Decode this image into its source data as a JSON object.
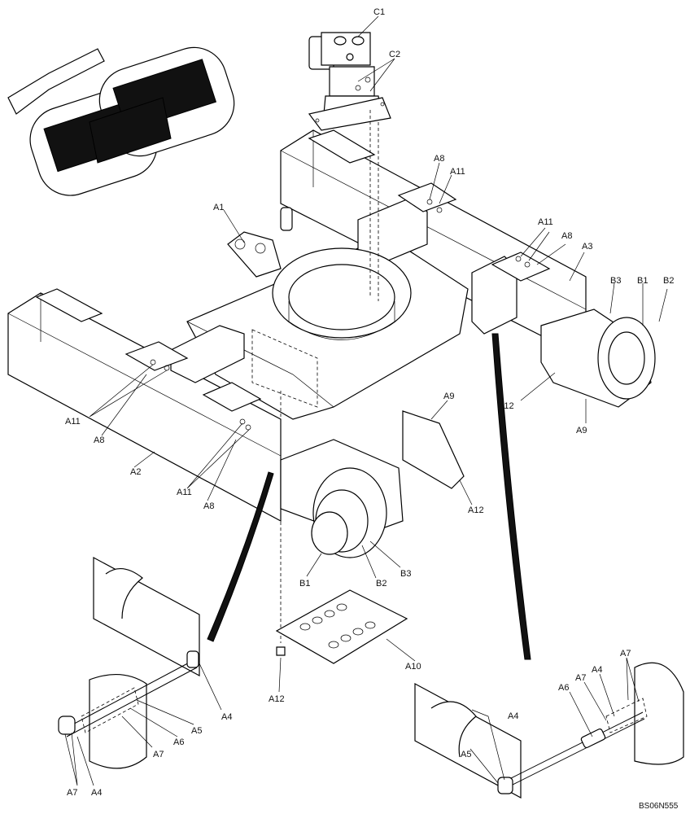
{
  "reference_code": "BS06N555",
  "labels": {
    "c1": "C1",
    "c2": "C2",
    "a1": "A1",
    "a2": "A2",
    "a3": "A3",
    "a4_left_upper": "A4",
    "a4_left_lower": "A4",
    "a4_right_upper": "A4",
    "a4_right_lower": "A4",
    "a5_left": "A5",
    "a5_right": "A5",
    "a6_left": "A6",
    "a6_right": "A6",
    "a7_left_upper": "A7",
    "a7_left_lower": "A7",
    "a7_right_upper": "A7",
    "a7_right_mid": "A7",
    "a8_top": "A8",
    "a8_right": "A8",
    "a8_left": "A8",
    "a8_center": "A8",
    "a9_right": "A9",
    "a9_center": "A9",
    "a10": "A10",
    "a11_top": "A11",
    "a11_right": "A11",
    "a11_left": "A11",
    "a11_center": "A11",
    "a12_right": "A12",
    "a12_center": "A12",
    "a12_bottom": "A12",
    "b1_right": "B1",
    "b1_center": "B1",
    "b2_right": "B2",
    "b2_center": "B2",
    "b3_right": "B3",
    "b3_center": "B3"
  }
}
